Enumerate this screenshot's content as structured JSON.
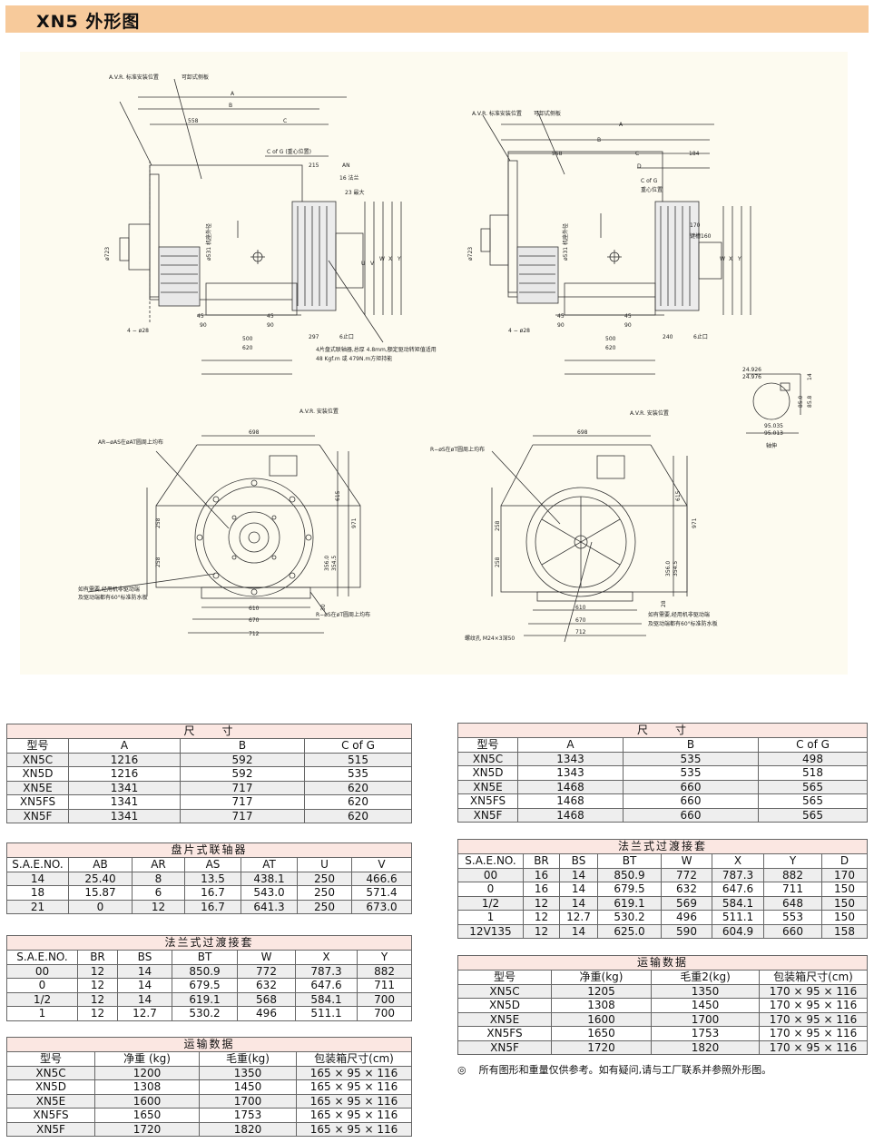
{
  "page_title": "XN5 外形图",
  "drawing_labels": {
    "avr_std": "A.V.R. 标准安装位置",
    "removable_side": "可卸式侧板",
    "dim_a": "A",
    "dim_b": "B",
    "dim_c": "C",
    "dim_d": "D",
    "dim_558": "558",
    "c_of_g": "C of G (重心位置)",
    "c_of_g_r": "C of G",
    "cog_r": "重心位置",
    "dim_215": "215",
    "dim_184": "184",
    "dim_an": "AN",
    "n16": "16 法兰",
    "n23": "23 最大",
    "dim_723": "ø723",
    "dim_531": "ø531 机座外径",
    "dim_u": "U",
    "dim_v": "V",
    "dim_w": "W",
    "dim_x": "X",
    "dim_y": "Y",
    "dim_170": "170",
    "dim_160": "键槽160",
    "dim_45": "45",
    "dim_90": "90",
    "dim_4028": "4 − ø28",
    "dim_500": "500",
    "dim_620": "620",
    "dim_297": "297",
    "dim_240": "240",
    "dim_6": "6止口",
    "note_plates": "4片盘式联轴器,总厚 4.8mm,额定驱动转矩值适用",
    "note_torque": "48 Kgf.m 或 479N.m方矩持能",
    "shaft_24926": "24.926",
    "shaft_24976": "24.976",
    "shaft_14": "14",
    "shaft_850": "85.0",
    "shaft_858": "85.8",
    "shaft_95035": "95.035",
    "shaft_95013": "95.013",
    "shaft_ext": "轴伸",
    "avr_pos": "A.V.R. 安装位置",
    "dim_698": "698",
    "ar_note": "AR−øAS在øAT圆周上均布",
    "r_note": "R−øS在øT圆周上均布",
    "dim_258": "258",
    "dim_615": "615",
    "dim_971": "971",
    "dim_356": "356.0",
    "dim_354": "354.5",
    "dim_30": "30",
    "dim_28": "28",
    "dim_610": "610",
    "dim_670": "670",
    "dim_712": "712",
    "fs_note": "R−øS在øT圆周上均布",
    "cover_note_1": "如有需要,经用机非驱动端",
    "cover_note_2": "及驱动端都有60°标准防水板",
    "bolt_hole": "螺纹孔 M24×3深50"
  },
  "table_dims_left": {
    "caption": "尺　　寸",
    "headers": [
      "型号",
      "A",
      "B",
      "C of G"
    ],
    "rows": [
      [
        "XN5C",
        "1216",
        "592",
        "515"
      ],
      [
        "XN5D",
        "1216",
        "592",
        "535"
      ],
      [
        "XN5E",
        "1341",
        "717",
        "620"
      ],
      [
        "XN5FS",
        "1341",
        "717",
        "620"
      ],
      [
        "XN5F",
        "1341",
        "717",
        "620"
      ]
    ]
  },
  "table_coupling": {
    "caption": "盘片式联轴器",
    "headers": [
      "S.A.E.NO.",
      "AB",
      "AR",
      "AS",
      "AT",
      "U",
      "V"
    ],
    "rows": [
      [
        "14",
        "25.40",
        "8",
        "13.5",
        "438.1",
        "250",
        "466.6"
      ],
      [
        "18",
        "15.87",
        "6",
        "16.7",
        "543.0",
        "250",
        "571.4"
      ],
      [
        "21",
        "0",
        "12",
        "16.7",
        "641.3",
        "250",
        "673.0"
      ]
    ]
  },
  "table_flange_left": {
    "caption": "法兰式过渡接套",
    "headers": [
      "S.A.E.NO.",
      "BR",
      "BS",
      "BT",
      "W",
      "X",
      "Y"
    ],
    "rows": [
      [
        "00",
        "12",
        "14",
        "850.9",
        "772",
        "787.3",
        "882"
      ],
      [
        "0",
        "12",
        "14",
        "679.5",
        "632",
        "647.6",
        "711"
      ],
      [
        "1/2",
        "12",
        "14",
        "619.1",
        "568",
        "584.1",
        "700"
      ],
      [
        "1",
        "12",
        "12.7",
        "530.2",
        "496",
        "511.1",
        "700"
      ]
    ]
  },
  "table_ship_left": {
    "caption": "运输数据",
    "headers": [
      "型号",
      "净重 (kg)",
      "毛重(kg)",
      "包装箱尺寸(cm)"
    ],
    "rows": [
      [
        "XN5C",
        "1200",
        "1350",
        "165 × 95 × 116"
      ],
      [
        "XN5D",
        "1308",
        "1450",
        "165 × 95 × 116"
      ],
      [
        "XN5E",
        "1600",
        "1700",
        "165 × 95 × 116"
      ],
      [
        "XN5FS",
        "1650",
        "1753",
        "165 × 95 × 116"
      ],
      [
        "XN5F",
        "1720",
        "1820",
        "165 × 95 × 116"
      ]
    ]
  },
  "table_dims_right": {
    "caption": "尺　　寸",
    "headers": [
      "型号",
      "A",
      "B",
      "C of G"
    ],
    "rows": [
      [
        "XN5C",
        "1343",
        "535",
        "498"
      ],
      [
        "XN5D",
        "1343",
        "535",
        "518"
      ],
      [
        "XN5E",
        "1468",
        "660",
        "565"
      ],
      [
        "XN5FS",
        "1468",
        "660",
        "565"
      ],
      [
        "XN5F",
        "1468",
        "660",
        "565"
      ]
    ]
  },
  "table_flange_right": {
    "caption": "法兰式过渡接套",
    "headers": [
      "S.A.E.NO.",
      "BR",
      "BS",
      "BT",
      "W",
      "X",
      "Y",
      "D"
    ],
    "rows": [
      [
        "00",
        "16",
        "14",
        "850.9",
        "772",
        "787.3",
        "882",
        "170"
      ],
      [
        "0",
        "16",
        "14",
        "679.5",
        "632",
        "647.6",
        "711",
        "150"
      ],
      [
        "1/2",
        "12",
        "14",
        "619.1",
        "569",
        "584.1",
        "648",
        "150"
      ],
      [
        "1",
        "12",
        "12.7",
        "530.2",
        "496",
        "511.1",
        "553",
        "150"
      ],
      [
        "12V135",
        "12",
        "14",
        "625.0",
        "590",
        "604.9",
        "660",
        "158"
      ]
    ]
  },
  "table_ship_right": {
    "caption": "运输数据",
    "headers": [
      "型号",
      "净重(kg)",
      "毛重2(kg)",
      "包装箱尺寸(cm)"
    ],
    "rows": [
      [
        "XN5C",
        "1205",
        "1350",
        "170 × 95 × 116"
      ],
      [
        "XN5D",
        "1308",
        "1450",
        "170 × 95 × 116"
      ],
      [
        "XN5E",
        "1600",
        "1700",
        "170 × 95 × 116"
      ],
      [
        "XN5FS",
        "1650",
        "1753",
        "170 × 95 × 116"
      ],
      [
        "XN5F",
        "1720",
        "1820",
        "170 × 95 × 116"
      ]
    ]
  },
  "footnote": {
    "symbol": "◎",
    "text": "所有图形和重量仅供参考。如有疑问,请与工厂联系并参照外形图。"
  }
}
